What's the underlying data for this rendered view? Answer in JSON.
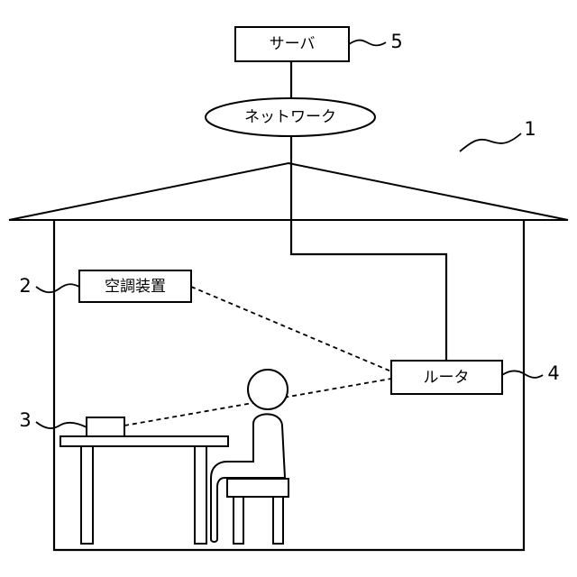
{
  "diagram": {
    "server": {
      "label": "サーバ",
      "ref": "5"
    },
    "network": {
      "label": "ネットワーク"
    },
    "system": {
      "ref": "1"
    },
    "air_conditioner": {
      "label": "空調装置",
      "ref": "2"
    },
    "device": {
      "ref": "3"
    },
    "router": {
      "label": "ルータ",
      "ref": "4"
    }
  }
}
